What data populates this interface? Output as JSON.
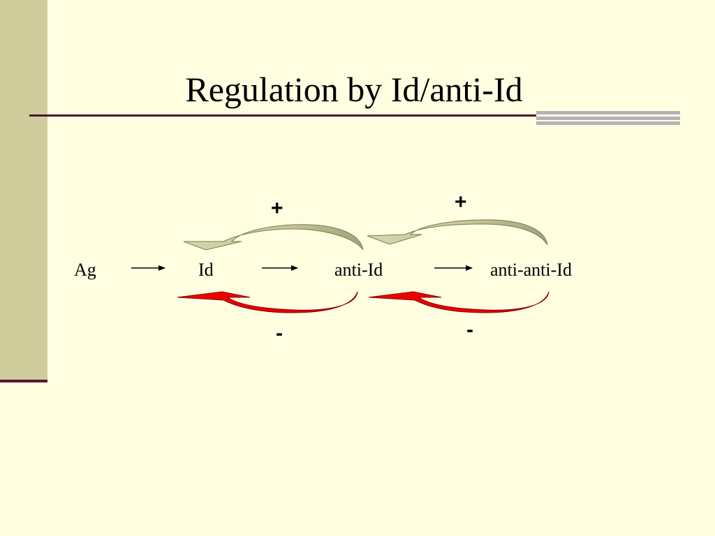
{
  "slide": {
    "title": "Regulation by Id/anti-Id"
  },
  "diagram": {
    "nodes": [
      "Ag",
      "Id",
      "anti-Id",
      "anti-anti-Id"
    ],
    "positive_sign": "+",
    "negative_sign": "-",
    "colors": {
      "background": "#FFFEE1",
      "sidebar": "#CFCC9C",
      "positive_arrow": "#C7C79B",
      "negative_arrow": "#E00000"
    }
  }
}
